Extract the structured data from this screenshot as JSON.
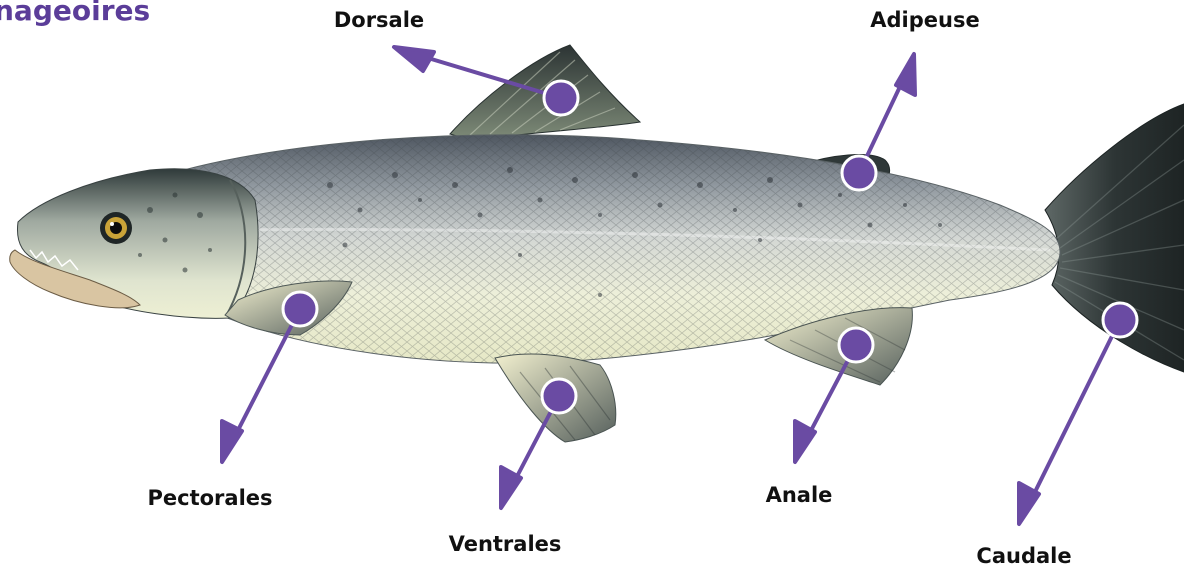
{
  "title": "nageoires",
  "labels": {
    "dorsale": "Dorsale",
    "adipeuse": "Adipeuse",
    "pectorales": "Pectorales",
    "ventrales": "Ventrales",
    "anale": "Anale",
    "caudale": "Caudale"
  },
  "colors": {
    "accent": "#6a4ba3",
    "title": "#5b3d99",
    "label": "#111111"
  }
}
